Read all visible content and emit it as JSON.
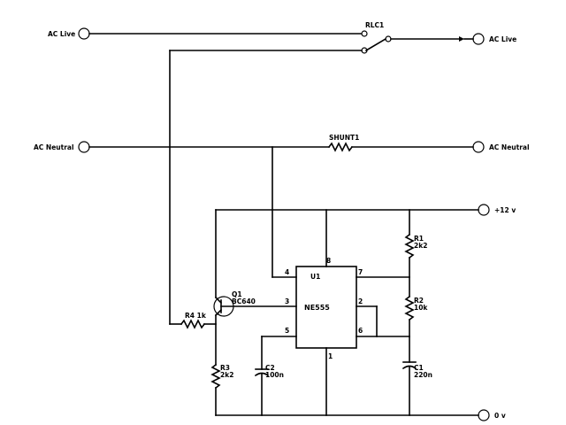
{
  "terminals": {
    "ac_live_left": "AC Live",
    "ac_live_right": "AC Live",
    "ac_neutral_left": "AC Neutral",
    "ac_neutral_right": "AC Neutral",
    "plus_12v": "+12 v",
    "zero_v": "0 v"
  },
  "components": {
    "relay": "RLC1",
    "shunt": "SHUNT1",
    "r1_name": "R1",
    "r1_value": "2k2",
    "r2_name": "R2",
    "r2_value": "10k",
    "r3_name": "R3",
    "r3_value": "2k2",
    "r4": "R4 1k",
    "c1_name": "C1",
    "c1_value": "220n",
    "c2_name": "C2",
    "c2_value": "100n",
    "q1_name": "Q1",
    "q1_value": "BC640",
    "ic_ref": "U1",
    "ic_name": "NE555"
  },
  "pins": {
    "p1": "1",
    "p2": "2",
    "p3": "3",
    "p4": "4",
    "p5": "5",
    "p6": "6",
    "p7": "7",
    "p8": "8"
  }
}
